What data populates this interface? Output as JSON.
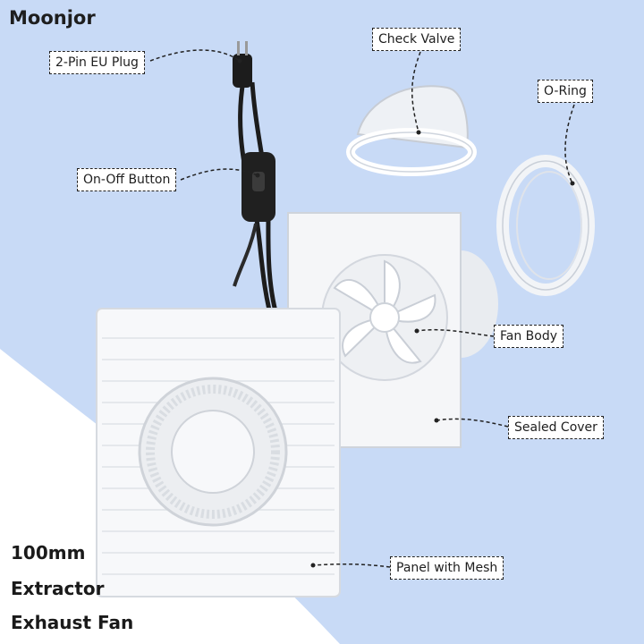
{
  "brand": "Moonjor",
  "callouts": {
    "plug": "2-Pin EU Plug",
    "button": "On-Off Button",
    "check_valve": "Check Valve",
    "o_ring": "O-Ring",
    "fan_body": "Fan Body",
    "sealed_cover": "Sealed Cover",
    "panel": "Panel with Mesh"
  },
  "headline": [
    "100mm",
    "Extractor",
    "Exhaust Fan"
  ],
  "colors": {
    "background": "#c8daf6",
    "swoosh": "#ffffff",
    "cable": "#1c1c1c",
    "plastic": "#f7f8fa"
  }
}
